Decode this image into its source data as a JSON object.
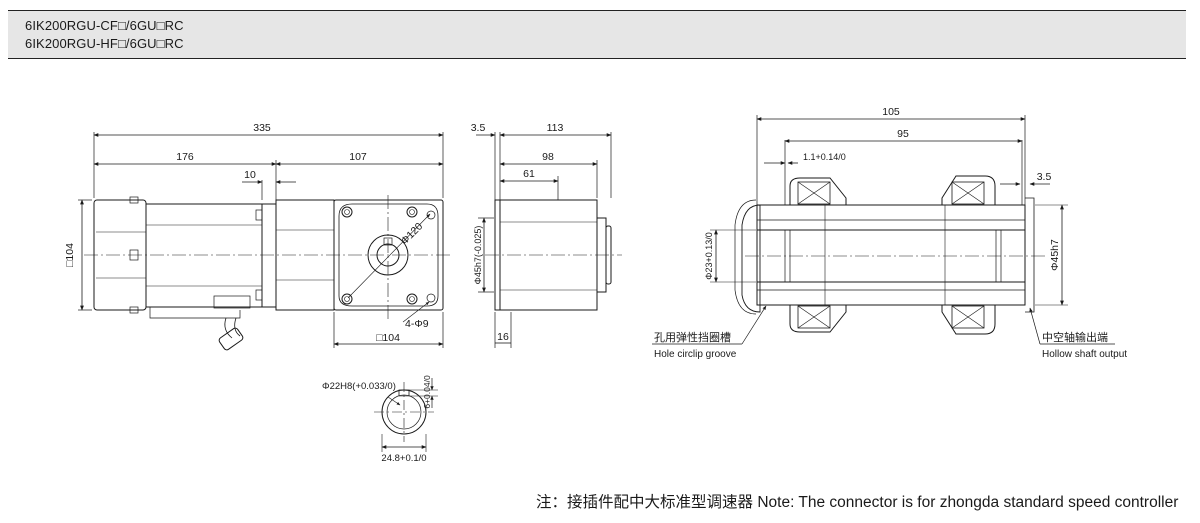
{
  "header": {
    "model_line_1": "6IK200RGU-CF□/6GU□RC",
    "model_line_2": "6IK200RGU-HF□/6GU□RC"
  },
  "side_view": {
    "overall_length": "335",
    "motor_length": "176",
    "gear_length": "107",
    "flange_offset": "10",
    "motor_square": "□104"
  },
  "front_view": {
    "pcd": "Φ120",
    "mount_holes": "4-Φ9",
    "flange_square": "□104"
  },
  "gear_side_view": {
    "flange_thk": "3.5",
    "overall": "113",
    "dim_98": "98",
    "dim_61": "61",
    "pilot": "Φ45h7(-0.025)",
    "bottom_dim": "16"
  },
  "hole_detail": {
    "bore": "Φ22H8(+0.033/0)",
    "keyway_width": "6+0.04/0",
    "keyway_depth": "24.8+0.1/0"
  },
  "hollow_shaft": {
    "total": "105",
    "between": "95",
    "circlip": "1.1+0.14/0",
    "right_offset": "3.5",
    "bore": "Φ23+0.13/0",
    "pilot": "Φ45h7",
    "label_left_zh": "孔用弹性挡圈槽",
    "label_left_en": "Hole circlip groove",
    "label_right_zh": "中空轴输出端",
    "label_right_en": "Hollow shaft output"
  },
  "note": {
    "zh": "注：接插件配中大标准型调速器",
    "en": "Note: The connector is for zhongda standard speed controller"
  },
  "colors": {
    "header_bg": "#e6e6e6",
    "line": "#1a1a1a"
  }
}
